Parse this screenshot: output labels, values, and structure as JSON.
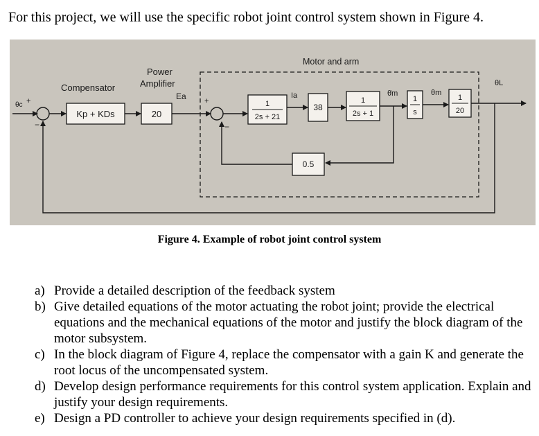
{
  "intro_text": "For this project, we will use the specific robot joint control system shown in Figure 4.",
  "diagram": {
    "group_label": "Motor and arm",
    "compensator_label": "Compensator",
    "amplifier_label_1": "Power",
    "amplifier_label_2": "Amplifier",
    "ref_input": "θc",
    "sum_plus": "+",
    "sum_minus": "−",
    "compensator_block": "Kp + KDs",
    "amplifier_block": "20",
    "ea_signal": "Ea",
    "electrical_num": "1",
    "electrical_den": "2s + 21",
    "ia_signal": "Ia",
    "torque_gain": "38",
    "mech_num": "1",
    "mech_den": "2s + 1",
    "velocity_signal": "θ̇m",
    "integrator_num": "1",
    "integrator_den": "s",
    "position_signal": "θm",
    "gear_num": "1",
    "gear_den": "20",
    "output_signal": "θL",
    "feedback_gain": "0.5"
  },
  "caption": "Figure 4. Example of robot joint control system",
  "questions": [
    {
      "mark": "a)",
      "text": "Provide a detailed description of the feedback system"
    },
    {
      "mark": "b)",
      "text": "Give detailed equations of the motor actuating the robot joint; provide the electrical equations and the mechanical equations of the motor and justify the block diagram of the motor subsystem."
    },
    {
      "mark": "c)",
      "text": "In the block diagram of Figure 4, replace the compensator with a gain K and generate the root locus of the uncompensated system."
    },
    {
      "mark": "d)",
      "text": "Develop design performance requirements for this control system application. Explain and justify your design requirements."
    },
    {
      "mark": "e)",
      "text": "Design a PD controller to achieve your design requirements specified in (d)."
    }
  ]
}
